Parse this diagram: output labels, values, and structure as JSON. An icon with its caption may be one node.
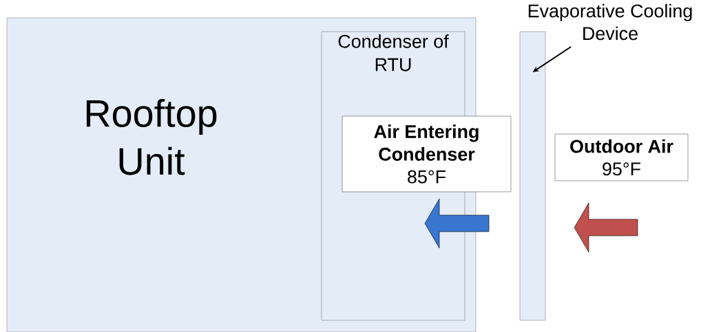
{
  "diagram": {
    "nodes": [
      {
        "text": [
          "Rooftop Unit"
        ]
      },
      {
        "text": [
          "Condenser of RTU"
        ],
        "in": 0
      },
      {
        "text": [
          "Evaporative Cooling Device"
        ]
      },
      {
        "text": [],
        "shape": "bar"
      },
      {
        "text": [
          "Air Entering Condenser",
          "85°F"
        ]
      },
      {
        "text": [
          "Outdoor Air",
          "95°F"
        ]
      }
    ],
    "edges": [
      {
        "from": 2,
        "to": 3,
        "arrow": "to"
      }
    ]
  }
}
